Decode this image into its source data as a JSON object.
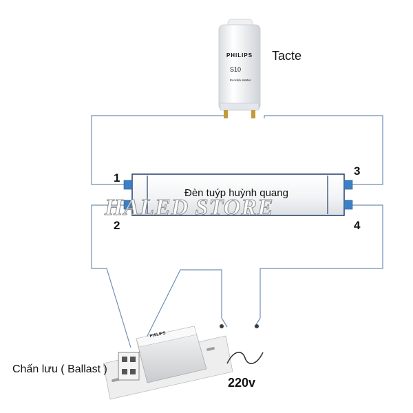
{
  "starter": {
    "label": "Tacte",
    "brand": "PHILIPS",
    "model": "S10",
    "subtext": "Ecoclick starter"
  },
  "tube": {
    "label": "Đèn tuýp huỳnh quang"
  },
  "terminals": [
    "1",
    "2",
    "3",
    "4"
  ],
  "ballast": {
    "label": "Chấn lưu ( Ballast )",
    "brand": "PHILIPS"
  },
  "supply": {
    "label": "220v"
  },
  "watermark": "HALED STORE",
  "colors": {
    "wire": "#6f8fb3",
    "pin": "#3d7fc4",
    "starter_body": "#f4f5f7"
  }
}
